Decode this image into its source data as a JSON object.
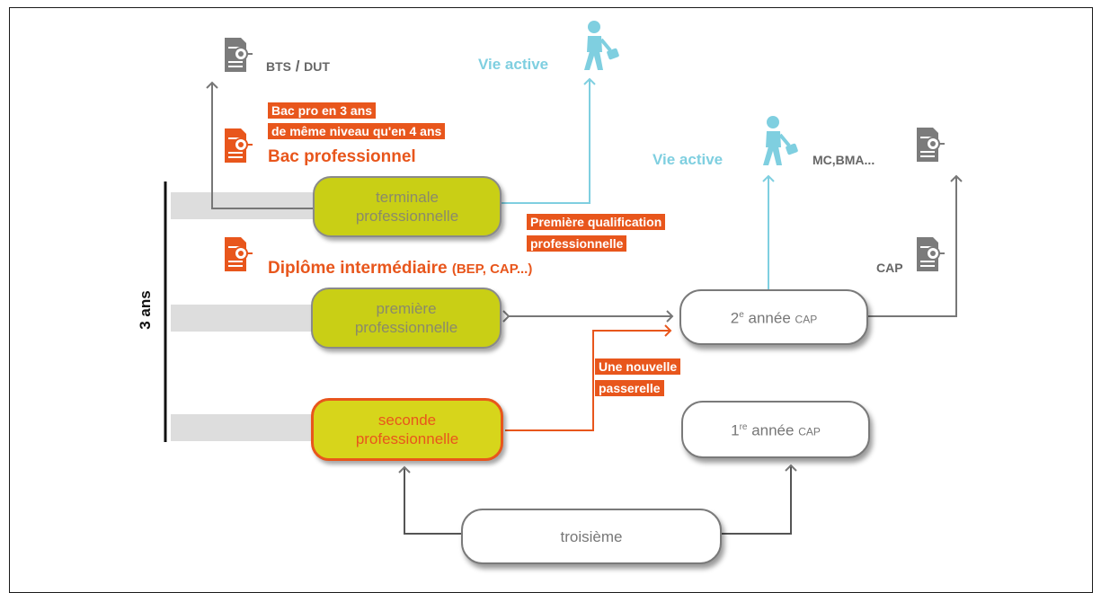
{
  "side_label": "3 ans",
  "nodes": {
    "terminale": [
      "terminale",
      "professionnelle"
    ],
    "premiere": [
      "première",
      "professionnelle"
    ],
    "seconde": [
      "seconde",
      "professionnelle"
    ],
    "cap2": {
      "num": "2",
      "sup": "e",
      "text": " année ",
      "sm": "CAP"
    },
    "cap1": {
      "num": "1",
      "sup": "re",
      "text": " année ",
      "sm": "CAP"
    },
    "troisieme": "troisième"
  },
  "labels": {
    "bts": {
      "a": "BTS",
      "b": " / ",
      "c": "DUT"
    },
    "vie_active_top": "Vie active",
    "vie_active_right": "Vie active",
    "mc_bma": "MC,BMA...",
    "cap": "CAP",
    "bac_pro": "Bac professionnel",
    "diplome": {
      "main": "Diplôme intermédiaire ",
      "small": "(BEP, CAP...)"
    }
  },
  "tags": {
    "bac_line1": "Bac pro en 3 ans",
    "bac_line2": "de même niveau qu'en 4 ans",
    "qualif_line1": "Première qualification",
    "qualif_line2": "professionnelle",
    "passerelle_line1": "Une nouvelle",
    "passerelle_line2": "passerelle"
  },
  "colors": {
    "orange": "#e8561c",
    "green": "#c9cf15",
    "cyan": "#7fcfe0",
    "grey": "#777777"
  }
}
